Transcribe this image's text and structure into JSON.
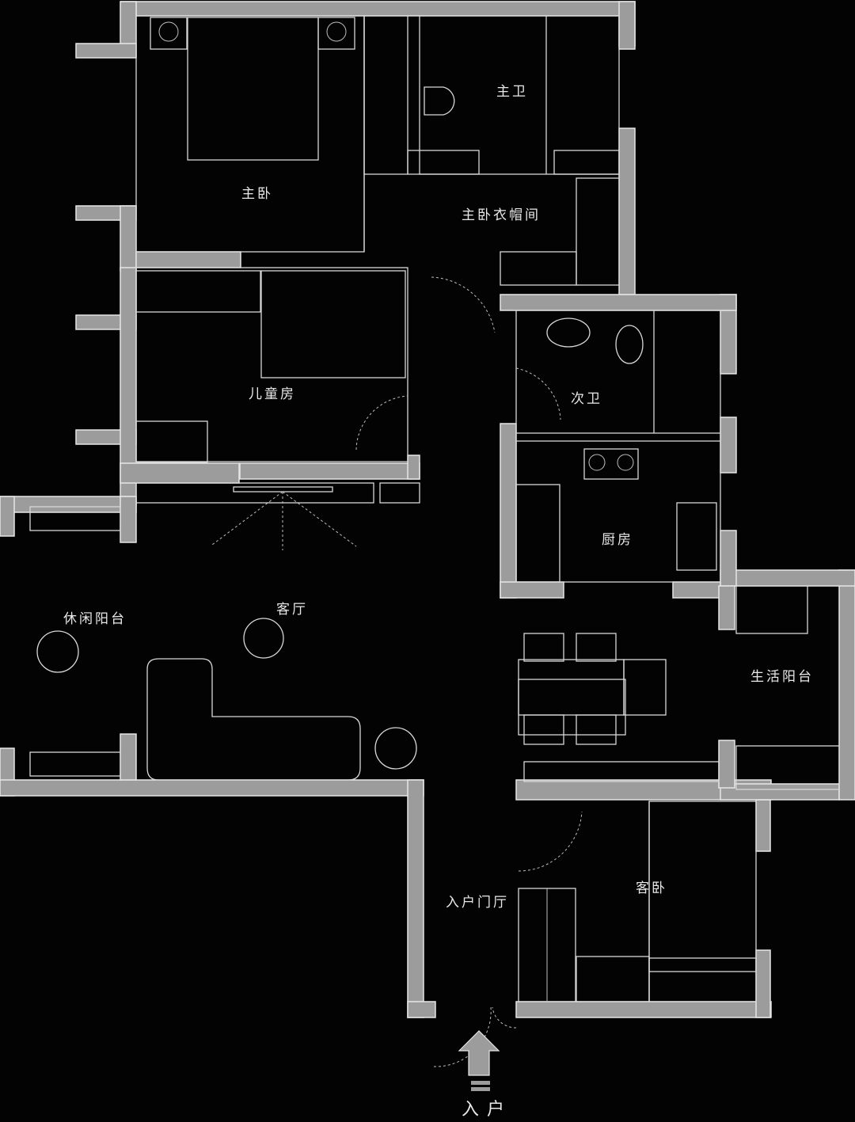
{
  "plan": {
    "background": "#030303",
    "wall_color": "#9c9c9c",
    "line_color": "#d8d8d8"
  },
  "rooms": {
    "master_bedroom": "主卧",
    "master_bath": "主卫",
    "master_closet": "主卧衣帽间",
    "kids_room": "儿童房",
    "second_bath": "次卫",
    "kitchen": "厨房",
    "leisure_balcony": "休闲阳台",
    "living_room": "客厅",
    "service_balcony": "生活阳台",
    "entry_hall": "入户门厅",
    "guest_bedroom": "客卧"
  },
  "entrance": {
    "label": "入户",
    "arrow_icon": "up-arrow-icon"
  }
}
